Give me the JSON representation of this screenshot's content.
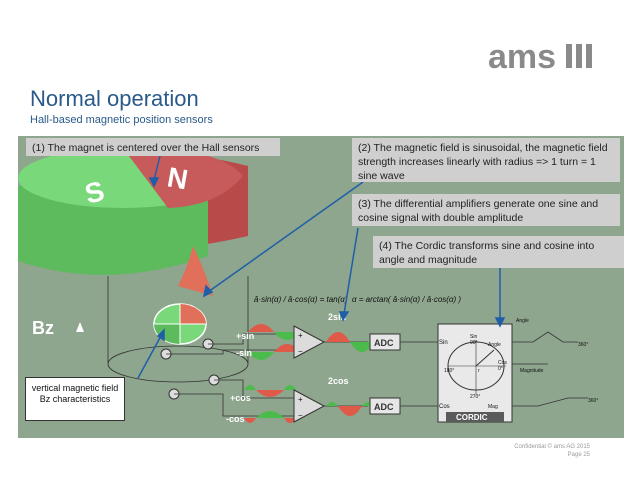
{
  "logo": {
    "text": "ams"
  },
  "title": "Normal operation",
  "subtitle": "Hall-based magnetic position sensors",
  "callouts": {
    "c1": "(1) The magnet is centered over the Hall sensors",
    "c2": "(2) The magnetic field is sinusoidal, the magnetic field strength increases linearly with radius => 1 turn = 1 sine wave",
    "c3": "(3) The differential amplifiers generate one sine and cosine signal with double amplitude",
    "c4": "(4) The Cordic transforms sine and cosine into angle and magnitude"
  },
  "vertical_box": "vertical magnetic field Bz characteristics",
  "diagram_labels": {
    "magnet_s": "S",
    "magnet_n": "N",
    "bz": "Bz",
    "sin_plus": "+sin",
    "sin_minus": "-sin",
    "cos_plus": "+cos",
    "cos_minus": "-cos",
    "two_sin": "2sin",
    "two_cos": "2cos",
    "adc": "ADC",
    "cordic": "CORDIC",
    "sin_in": "Sin",
    "cos_in": "Cos",
    "angle": "Angle",
    "magnitude": "Magnitude",
    "mag": "Mag",
    "deg360a": "360°",
    "deg360b": "360°",
    "deg0": "0°",
    "deg90": "90°",
    "deg180": "180°",
    "deg270": "270°",
    "r": "r",
    "formula1": "â·sin(α) / â·cos(α) = tan(α)",
    "formula2": "α = arctan( â·sin(α) / â·cos(α) )"
  },
  "footer": {
    "line1": "Confidential © ams AG 2015",
    "line2": "Page 25"
  },
  "colors": {
    "title": "#2a5a8a",
    "panel": "#8ea58e",
    "magnet_green": "#66cc66",
    "magnet_red": "#b84a4a",
    "callout_bg": "#cfcfcf",
    "arrow": "#1f5fa8"
  }
}
